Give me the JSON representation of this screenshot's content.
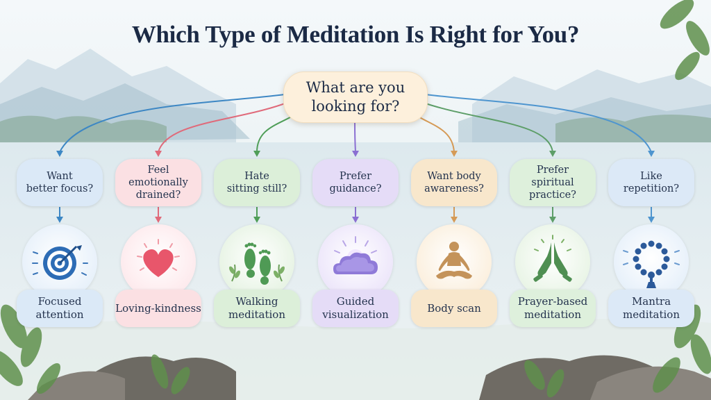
{
  "title": "Which Type of Meditation Is Right for You?",
  "root": {
    "text": "What are you\nlooking for?",
    "color": "#fdf0dc"
  },
  "branches": [
    {
      "question": "Want\nbetter focus?",
      "label": "Focused\nattention",
      "icon": "target-icon",
      "line": "#3d87c4",
      "fill": "#dbe9f7",
      "circle": "#e6f0fa"
    },
    {
      "question": "Feel\nemotionally\ndrained?",
      "label": "Loving-kindness",
      "icon": "heart-icon",
      "line": "#e06a7a",
      "fill": "#fbe0e3",
      "circle": "#fde9ec"
    },
    {
      "question": "Hate\nsitting still?",
      "label": "Walking\nmeditation",
      "icon": "footprints-icon",
      "line": "#4f9e58",
      "fill": "#dcefd9",
      "circle": "#e6f3e3"
    },
    {
      "question": "Prefer\nguidance?",
      "label": "Guided\nvisualization",
      "icon": "cloud-sun-icon",
      "line": "#8a6fd2",
      "fill": "#e5dcf7",
      "circle": "#ece5fa"
    },
    {
      "question": "Want body\nawareness?",
      "label": "Body scan",
      "icon": "meditating-person-icon",
      "line": "#d59a56",
      "fill": "#f8e7cc",
      "circle": "#fbefdd"
    },
    {
      "question": "Prefer\nspiritual\npractice?",
      "label": "Prayer-based\nmeditation",
      "icon": "praying-hands-icon",
      "line": "#5d9e68",
      "fill": "#def0dc",
      "circle": "#e8f4e5"
    },
    {
      "question": "Like\nrepetition?",
      "label": "Mantra\nmeditation",
      "icon": "prayer-beads-icon",
      "line": "#4e95cf",
      "fill": "#dce9f7",
      "circle": "#e6f0fa"
    }
  ]
}
